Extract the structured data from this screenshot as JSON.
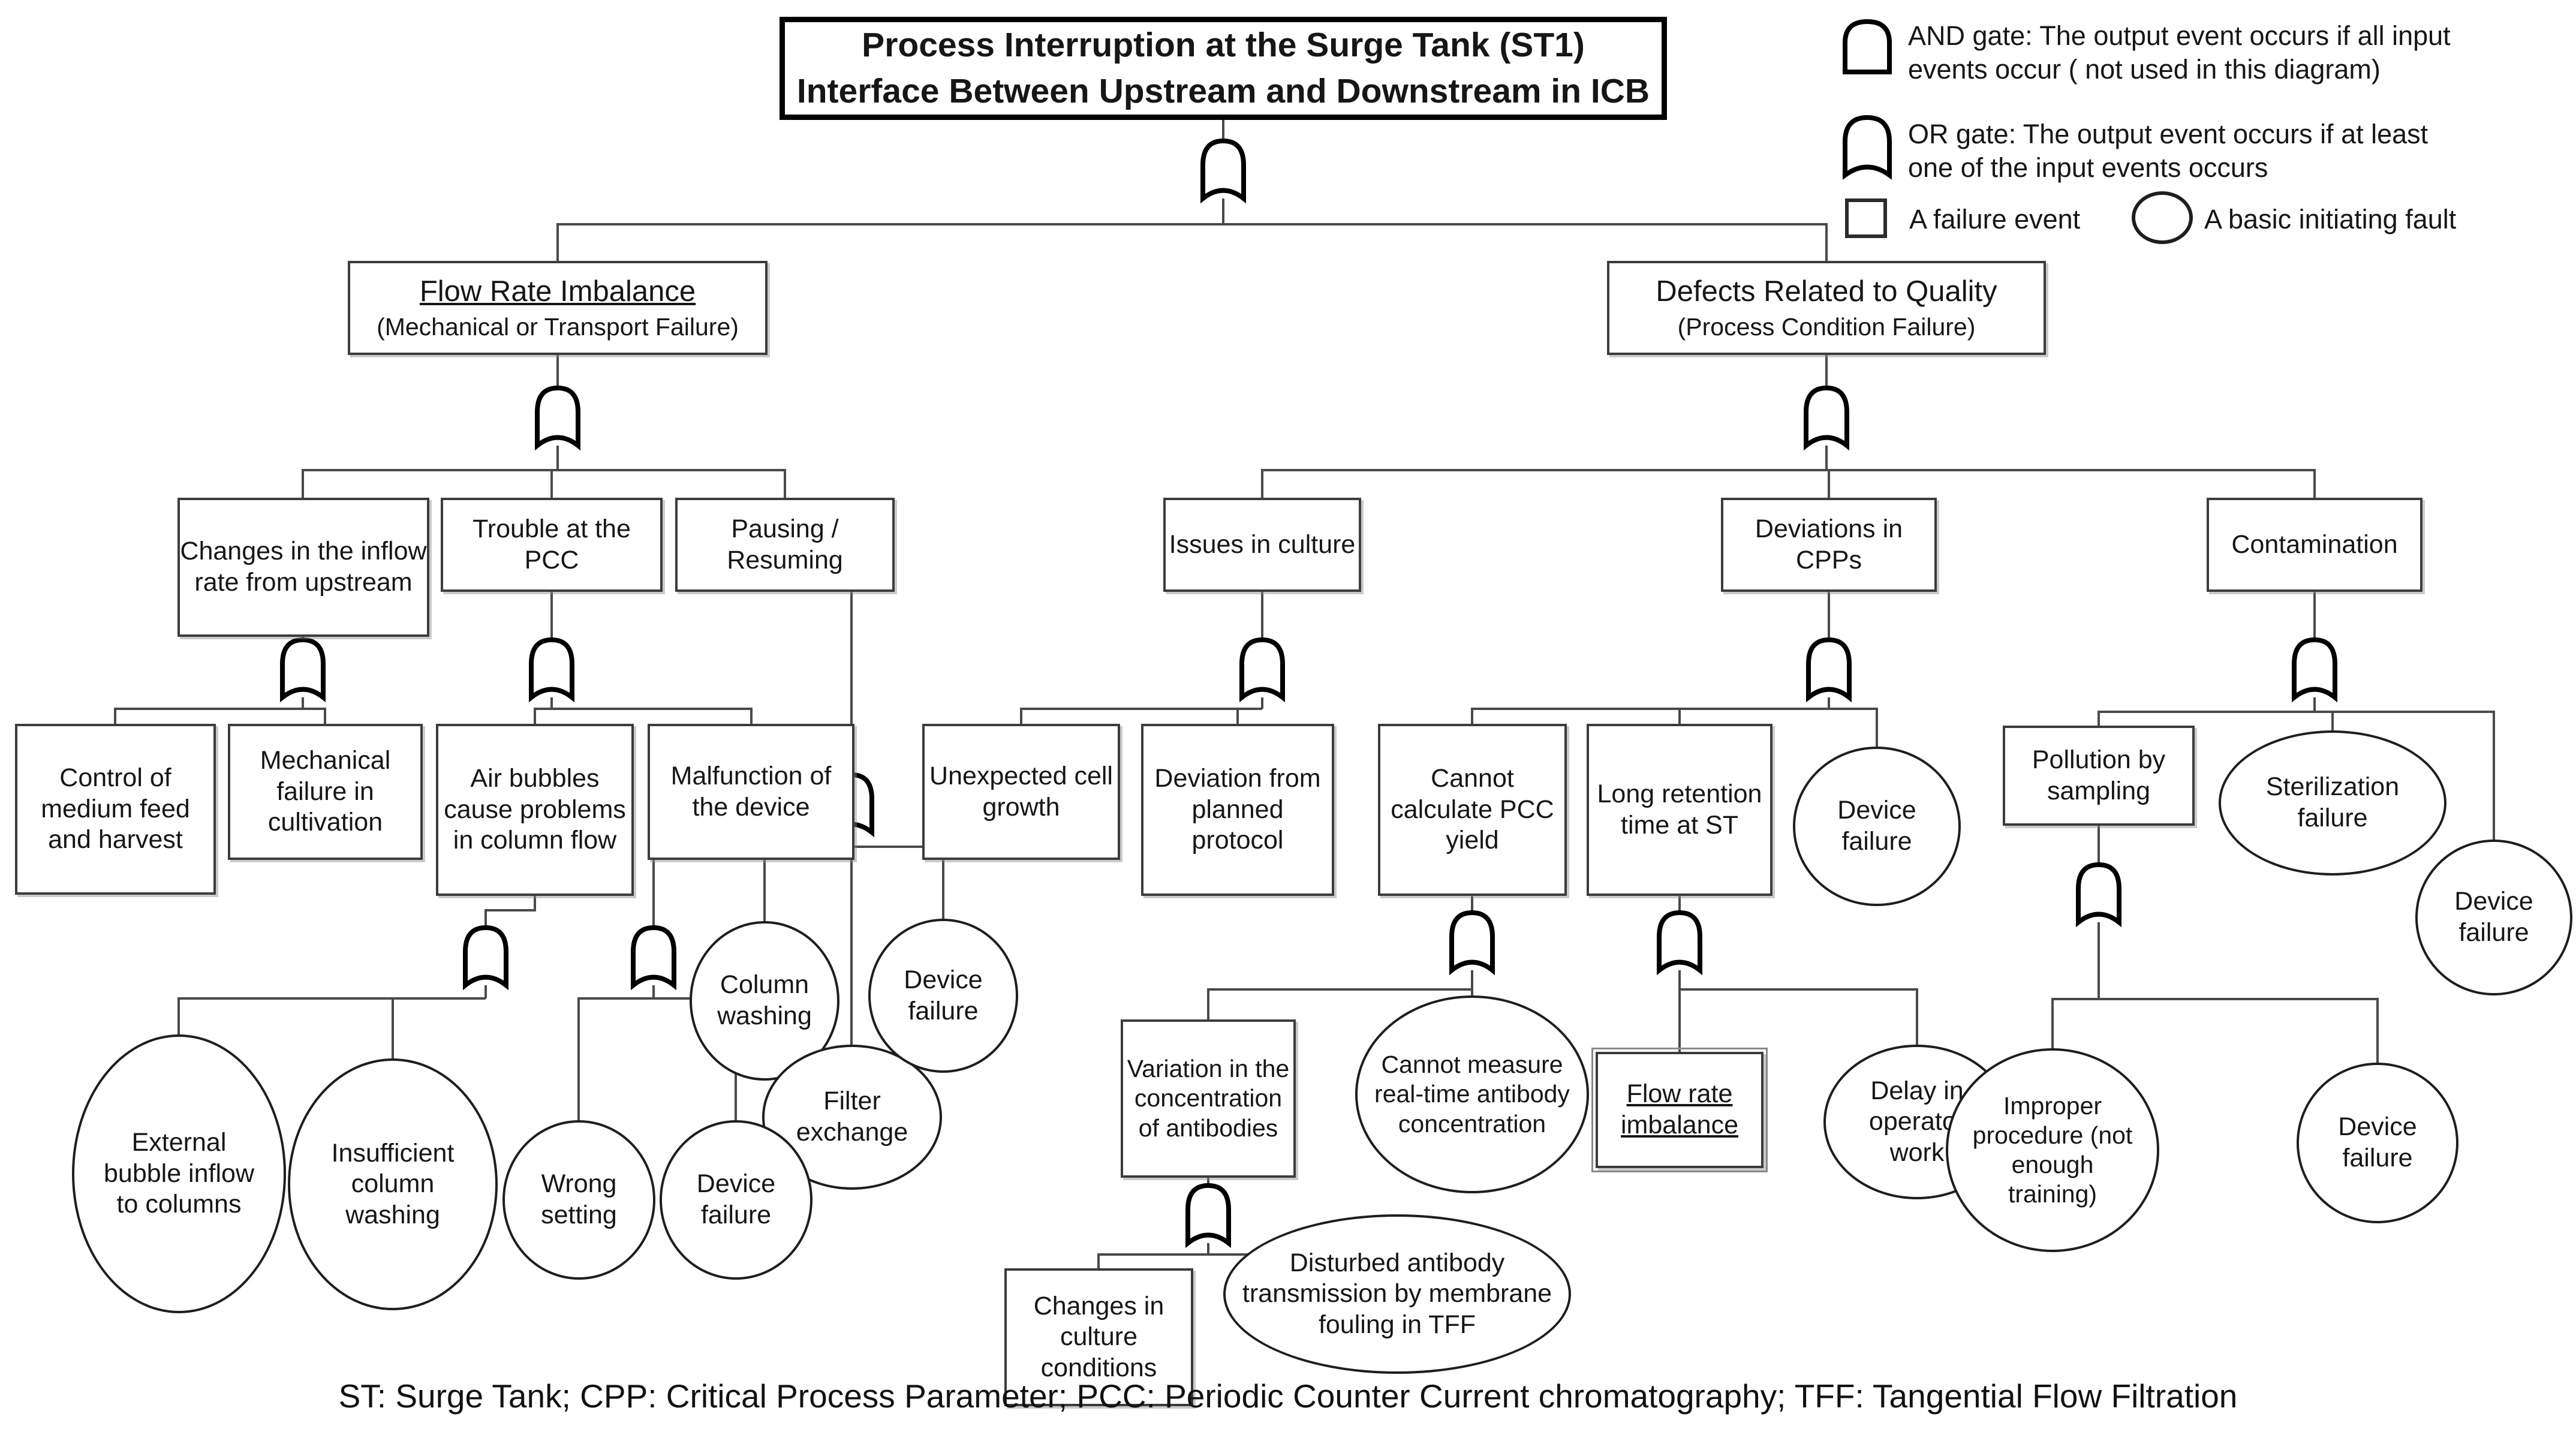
{
  "title": {
    "line1": "Process Interruption at the Surge Tank (ST1)",
    "line2": "Interface Between Upstream and Downstream in ICB"
  },
  "legend": {
    "and_gate": "AND gate: The output event occurs if all input events occur ( not used in this diagram)",
    "or_gate": "OR gate: The output event occurs if at least one of the input events occurs",
    "failure_event": "A failure event",
    "basic_fault": "A basic initiating fault"
  },
  "footer": "ST: Surge Tank; CPP: Critical Process Parameter; PCC: Periodic Counter Current chromatography; TFF: Tangential Flow Filtration",
  "colors": {
    "background": "#ffffff",
    "line": "#4a4a4a",
    "shape_stroke": "#000000"
  },
  "nodes": {
    "flow_rate": {
      "label": "Flow Rate Imbalance",
      "sublabel": "(Mechanical or Transport Failure)"
    },
    "defects": {
      "label": "Defects Related to Quality",
      "sublabel": "(Process Condition Failure)"
    },
    "changes_inflow": {
      "label": "Changes in the inflow rate from upstream"
    },
    "trouble_pcc": {
      "label": "Trouble at the PCC"
    },
    "pausing": {
      "label": "Pausing / Resuming"
    },
    "issues_culture": {
      "label": "Issues in culture"
    },
    "deviations_cpps": {
      "label": "Deviations in CPPs"
    },
    "contamination": {
      "label": "Contamination"
    },
    "control_medium": {
      "label": "Control of medium feed and harvest"
    },
    "mech_failure": {
      "label": "Mechanical failure in cultivation"
    },
    "air_bubbles": {
      "label": "Air bubbles cause problems in column flow"
    },
    "malfunction": {
      "label": "Malfunction of the device"
    },
    "unexpected_growth": {
      "label": "Unexpected cell growth"
    },
    "deviation_protocol": {
      "label": "Deviation from planned protocol"
    },
    "cannot_pcc": {
      "label": "Cannot calculate PCC yield"
    },
    "long_retention": {
      "label": "Long retention time at ST"
    },
    "pollution_sampling": {
      "label": "Pollution by sampling"
    },
    "variation_antibodies": {
      "label": "Variation in the concentration of antibodies"
    },
    "flow_rate_transfer": {
      "label": "Flow rate imbalance"
    },
    "changes_culture": {
      "label": "Changes in culture conditions"
    },
    "col_washing": {
      "label": "Column washing"
    },
    "filter_exchange": {
      "label": "Filter exchange"
    },
    "dev_fail_pausing": {
      "label": "Device failure"
    },
    "external_bubble": {
      "label": "External bubble inflow to columns"
    },
    "insufficient_wash": {
      "label": "Insufficient column washing"
    },
    "wrong_setting": {
      "label": "Wrong setting"
    },
    "dev_fail_malf": {
      "label": "Device failure"
    },
    "cannot_measure": {
      "label": "Cannot measure real-time antibody concentration"
    },
    "delay_operator": {
      "label": "Delay in operator work"
    },
    "dev_fail_cpp": {
      "label": "Device failure"
    },
    "sterilization": {
      "label": "Sterilization failure"
    },
    "dev_fail_contam": {
      "label": "Device failure"
    },
    "improper_procedure": {
      "label": "Improper procedure (not enough training)"
    },
    "dev_fail_poll": {
      "label": "Device failure"
    },
    "disturbed_tff": {
      "label": "Disturbed antibody transmission by membrane fouling in TFF"
    }
  }
}
